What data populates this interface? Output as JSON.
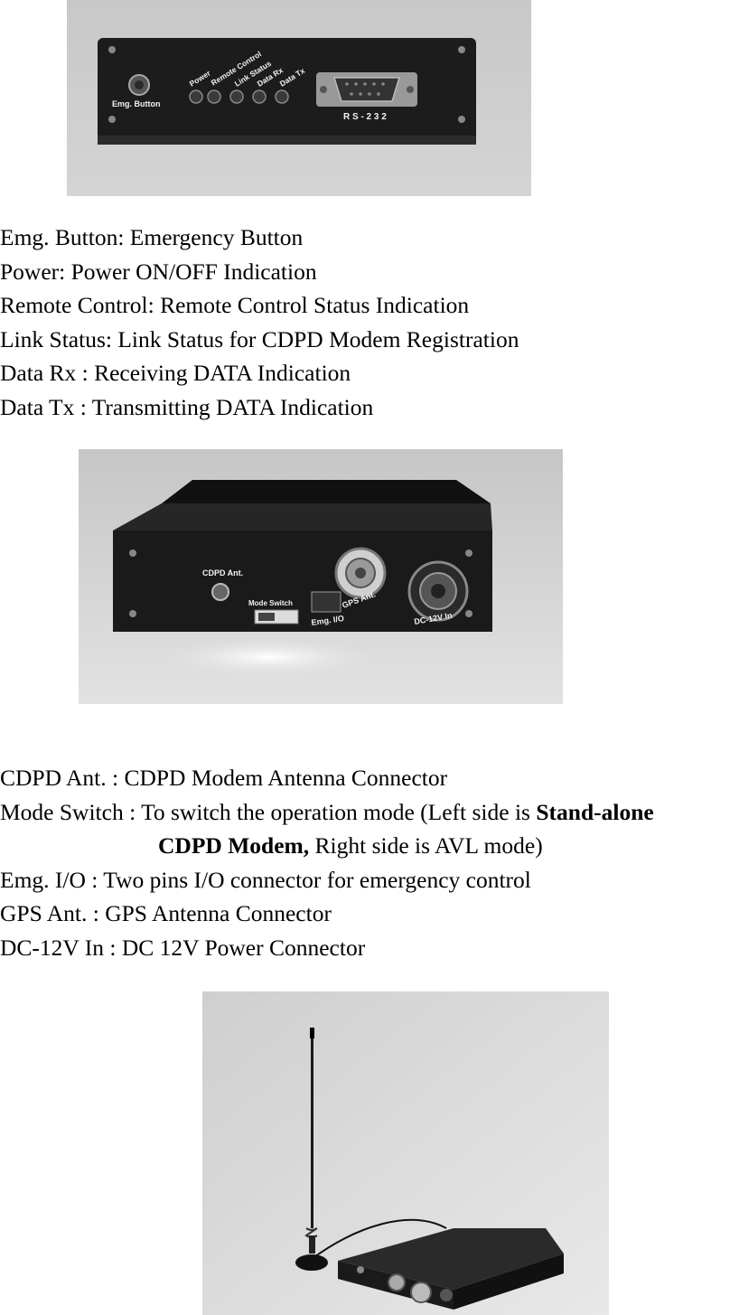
{
  "photo1": {
    "labels": {
      "emg_button": "Emg. Button",
      "power": "Power",
      "remote_control": "Remote Control",
      "link_status": "Link Status",
      "data_rx": "Data Rx",
      "data_tx": "Data Tx",
      "rs232": "R S - 2 3 2"
    }
  },
  "legend1": [
    "Emg. Button: Emergency Button",
    "Power: Power ON/OFF Indication",
    "Remote Control: Remote Control Status Indication",
    "Link Status: Link Status for CDPD Modem Registration",
    "Data Rx : Receiving DATA Indication",
    "Data Tx : Transmitting DATA Indication"
  ],
  "photo2": {
    "labels": {
      "cdpd_ant": "CDPD Ant.",
      "mode_switch": "Mode Switch",
      "emg_io": "Emg. I/O",
      "gps_ant": "GPS Ant.",
      "dc_in": "DC-12V In"
    }
  },
  "legend2": {
    "cdpd_ant": "CDPD Ant. : CDPD Modem Antenna Connector",
    "mode_switch_prefix": "Mode Switch : To switch the operation mode (Left side is ",
    "mode_switch_bold1": "Stand-alone",
    "mode_switch_bold2": "CDPD Modem,",
    "mode_switch_suffix": " Right side is AVL mode)",
    "emg_io": "Emg. I/O : Two pins I/O connector for emergency control",
    "gps_ant": "GPS Ant. : GPS Antenna Connector",
    "dc_in": "DC-12V In : DC 12V Power Connector"
  },
  "colors": {
    "photo_bg": "#c4c4c4",
    "device_body": "#1e1e1e",
    "label_text": "#f2f2f2"
  }
}
